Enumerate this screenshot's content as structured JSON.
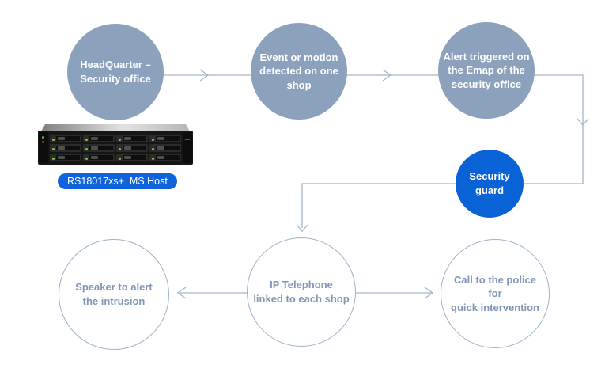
{
  "diagram": {
    "type": "flowchart",
    "colors": {
      "node_fill_gray": "#8CA1BC",
      "node_fill_blue": "#0A63D6",
      "node_outline": "#9FB2CB",
      "outline_text": "#8296B5",
      "connector": "#A6B5CA",
      "pill_blue": "#1064DB",
      "led_green": "#7CCB3A"
    },
    "nodes": {
      "headquarter": {
        "label": "HeadQuarter –\nSecurity office",
        "style": "gray-filled"
      },
      "event": {
        "label": "Event or motion\ndetected on one\nshop",
        "style": "gray-filled"
      },
      "alert": {
        "label": "Alert triggered on\nthe Emap of the\nsecurity office",
        "style": "gray-filled"
      },
      "guard": {
        "label": "Security\nguard",
        "style": "blue-filled"
      },
      "speaker": {
        "label": "Speaker to alert\nthe intrusion",
        "style": "outlined"
      },
      "telephone": {
        "label": "IP Telephone\nlinked to each shop",
        "style": "outlined"
      },
      "police": {
        "label": "Call to the police for\nquick intervention",
        "style": "outlined"
      }
    },
    "edges": [
      "headquarter -> event",
      "event -> alert",
      "alert -> guard -> telephone (elbow, down-left-down)",
      "telephone -> speaker",
      "telephone -> police"
    ],
    "server": {
      "label": "RS18017xs+  MS Host",
      "description": "rack-mount NAS with 12 drive bays (4 columns x 3 rows)"
    }
  }
}
